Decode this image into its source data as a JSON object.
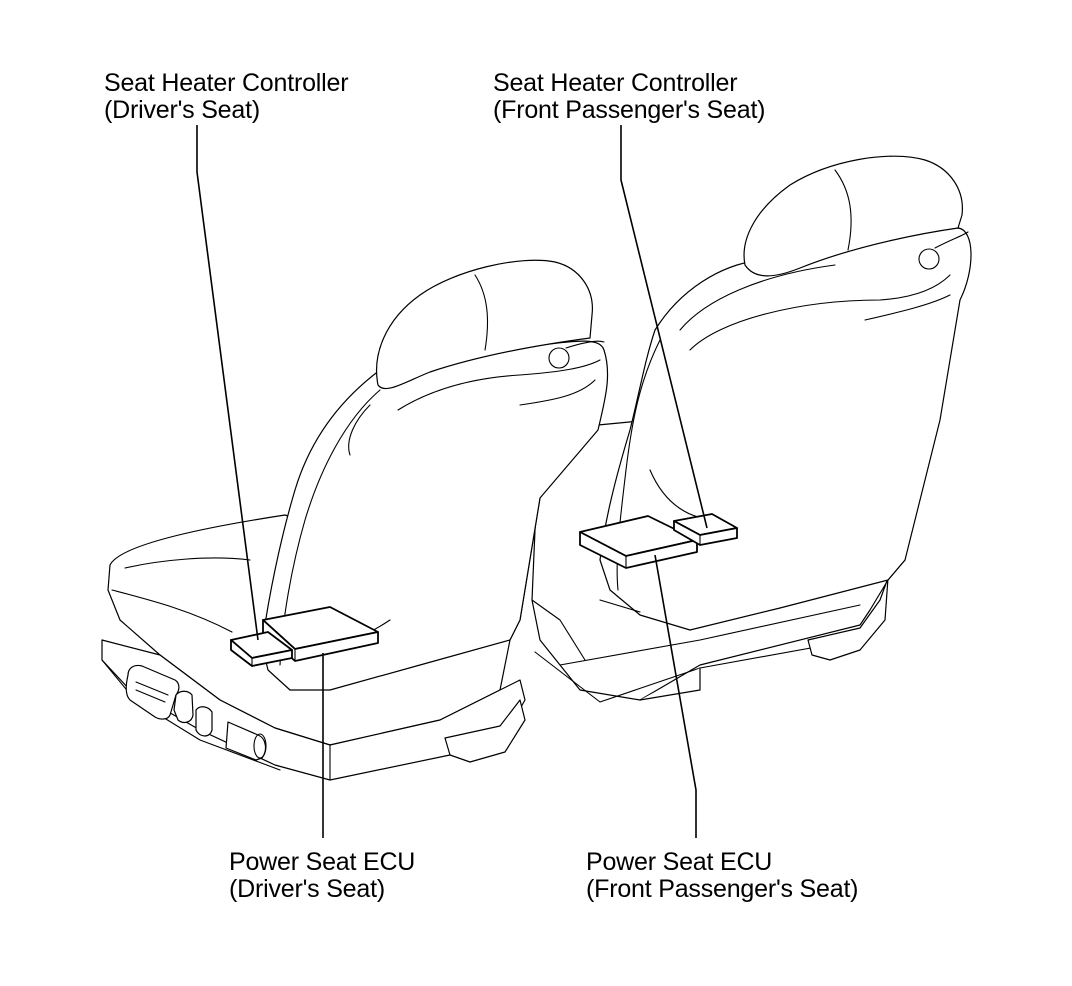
{
  "labels": {
    "heater_driver": {
      "line1": "Seat Heater Controller",
      "line2": "(Driver's Seat)"
    },
    "heater_passenger": {
      "line1": "Seat Heater Controller",
      "line2": "(Front Passenger's Seat)"
    },
    "ecu_driver": {
      "line1": "Power Seat ECU",
      "line2": "(Driver's Seat)"
    },
    "ecu_passenger": {
      "line1": "Power Seat ECU",
      "line2": "(Front Passenger's Seat)"
    }
  },
  "colors": {
    "line": "#000000",
    "background": "#ffffff"
  }
}
